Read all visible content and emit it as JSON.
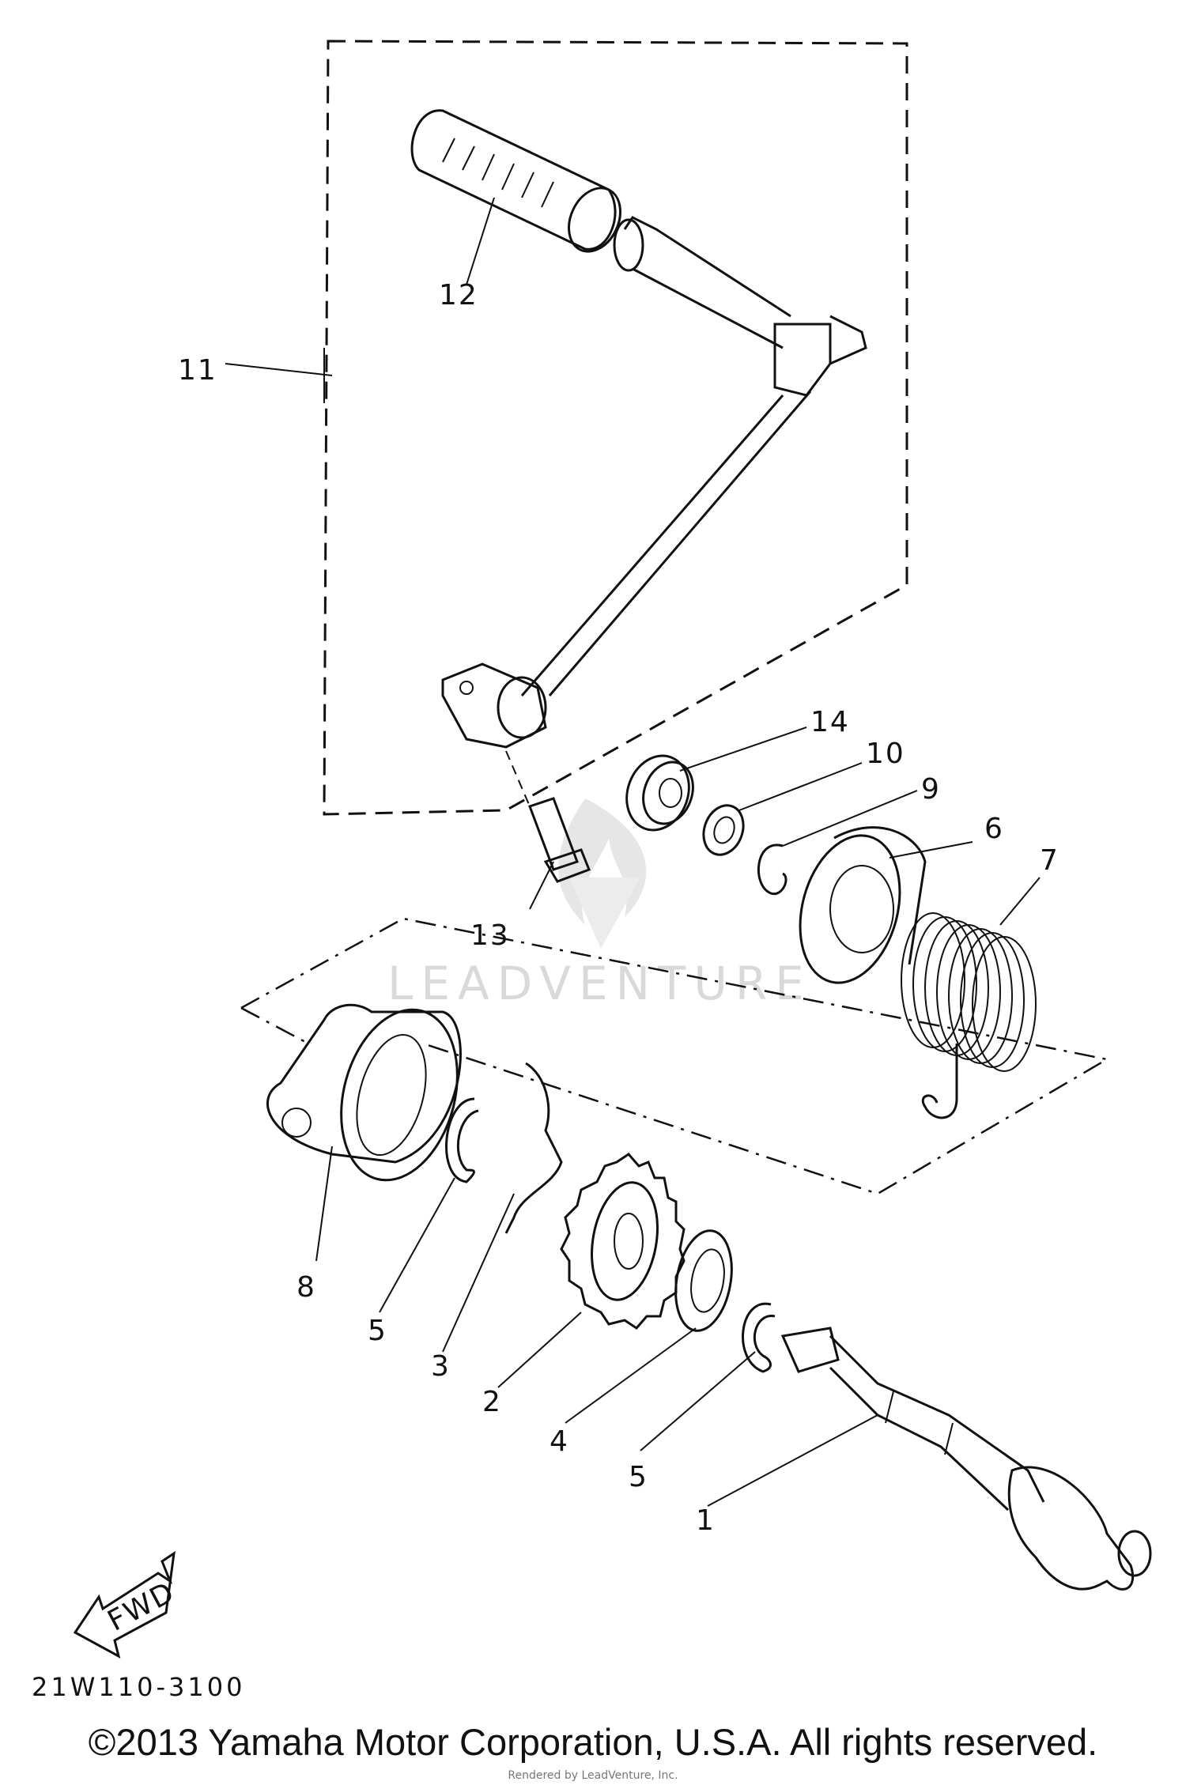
{
  "callouts": {
    "c1": "1",
    "c2": "2",
    "c3": "3",
    "c4": "4",
    "c5a": "5",
    "c5b": "5",
    "c6": "6",
    "c7": "7",
    "c8": "8",
    "c9": "9",
    "c10": "10",
    "c11": "11",
    "c12": "12",
    "c13": "13",
    "c14": "14"
  },
  "fwd_label": "FWD",
  "part_code": "21W110-3100",
  "watermark": "LEADVENTURE",
  "copyright": "©2013 Yamaha Motor Corporation, U.S.A. All rights reserved.",
  "rendered_by": "Rendered by LeadVenture, Inc.",
  "colors": {
    "ink": "#111111",
    "watermark": "#d9d9d9",
    "background": "#ffffff"
  }
}
